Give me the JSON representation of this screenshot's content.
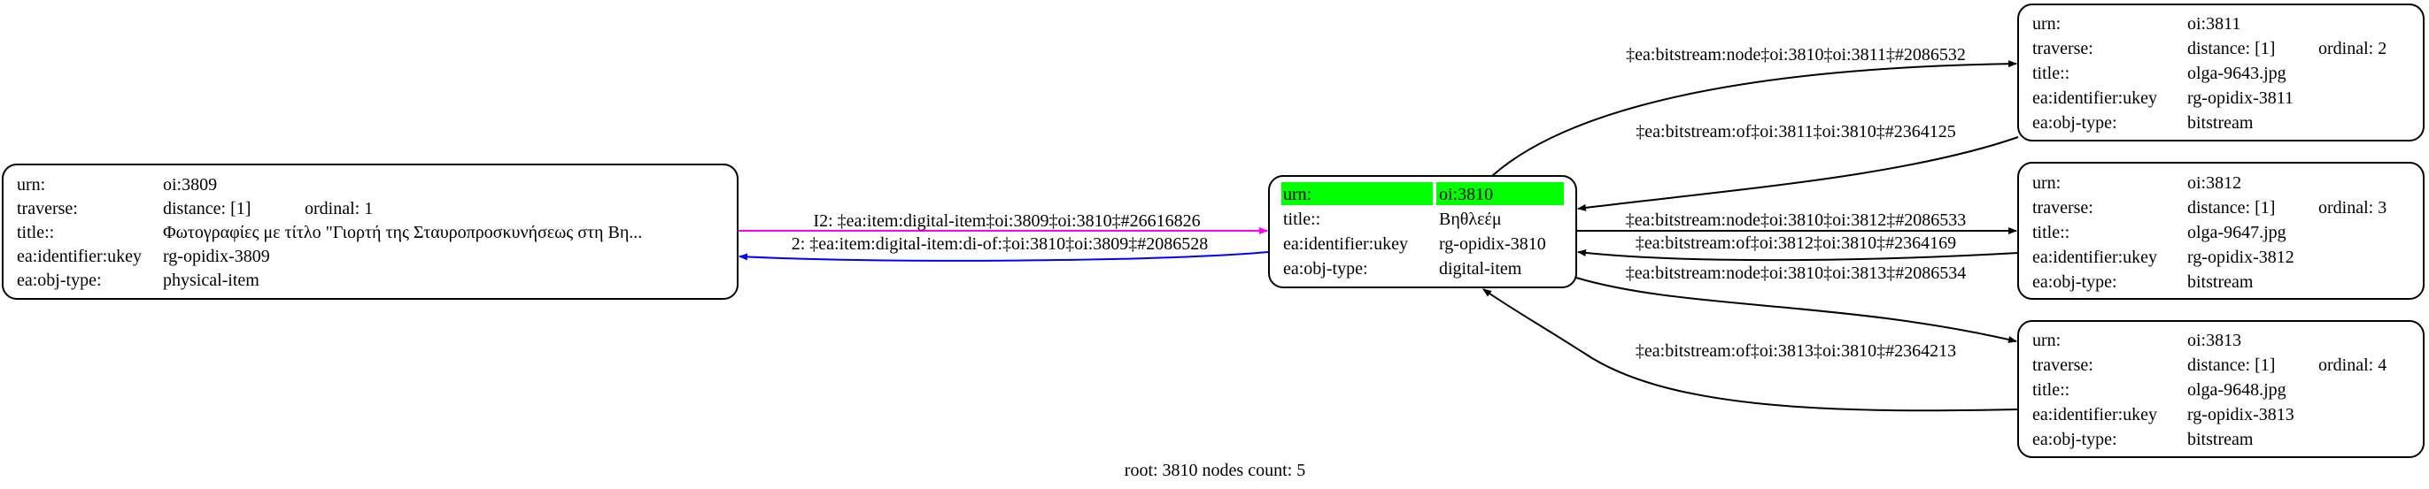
{
  "colors": {
    "highlight": "#00ff00",
    "edge_magenta": "#ff00ff",
    "edge_blue": "#0000ff",
    "edge_default": "#000000"
  },
  "nodes": {
    "n3809": {
      "urn_label": "urn:",
      "urn": "oi:3809",
      "traverse_label": "traverse:",
      "distance": "distance: [1]",
      "ordinal": "ordinal: 1",
      "title_label": "title::",
      "title": "Φωτογραφίες με τίτλο \"Γιορτή της Σταυροπροσκυνήσεως στη Βη...",
      "ukey_label": "ea:identifier:ukey",
      "ukey": "rg-opidix-3809",
      "type_label": "ea:obj-type:",
      "type": "physical-item"
    },
    "n3810": {
      "urn_label": "urn:",
      "urn": "oi:3810",
      "title_label": "title::",
      "title": "Βηθλεέμ",
      "ukey_label": "ea:identifier:ukey",
      "ukey": "rg-opidix-3810",
      "type_label": "ea:obj-type:",
      "type": "digital-item"
    },
    "n3811": {
      "urn_label": "urn:",
      "urn": "oi:3811",
      "traverse_label": "traverse:",
      "distance": "distance: [1]",
      "ordinal": "ordinal: 2",
      "title_label": "title::",
      "title": "olga-9643.jpg",
      "ukey_label": "ea:identifier:ukey",
      "ukey": "rg-opidix-3811",
      "type_label": "ea:obj-type:",
      "type": "bitstream"
    },
    "n3812": {
      "urn_label": "urn:",
      "urn": "oi:3812",
      "traverse_label": "traverse:",
      "distance": "distance: [1]",
      "ordinal": "ordinal: 3",
      "title_label": "title::",
      "title": "olga-9647.jpg",
      "ukey_label": "ea:identifier:ukey",
      "ukey": "rg-opidix-3812",
      "type_label": "ea:obj-type:",
      "type": "bitstream"
    },
    "n3813": {
      "urn_label": "urn:",
      "urn": "oi:3813",
      "traverse_label": "traverse:",
      "distance": "distance: [1]",
      "ordinal": "ordinal: 4",
      "title_label": "title::",
      "title": "olga-9648.jpg",
      "ukey_label": "ea:identifier:ukey",
      "ukey": "rg-opidix-3813",
      "type_label": "ea:obj-type:",
      "type": "bitstream"
    }
  },
  "edges": {
    "e3809_3810": "I2: ‡ea:item:digital-item‡oi:3809‡oi:3810‡#26616826",
    "e3810_3809": "2: ‡ea:item:digital-item:di-of:‡oi:3810‡oi:3809‡#2086528",
    "e3810_3811": "‡ea:bitstream:node‡oi:3810‡oi:3811‡#2086532",
    "e3811_3810": "‡ea:bitstream:of‡oi:3811‡oi:3810‡#2364125",
    "e3810_3812": "‡ea:bitstream:node‡oi:3810‡oi:3812‡#2086533",
    "e3812_3810": "‡ea:bitstream:of‡oi:3812‡oi:3810‡#2364169",
    "e3810_3813": "‡ea:bitstream:node‡oi:3810‡oi:3813‡#2086534",
    "e3813_3810": "‡ea:bitstream:of‡oi:3813‡oi:3810‡#2364213"
  },
  "caption": "root: 3810 nodes count: 5"
}
